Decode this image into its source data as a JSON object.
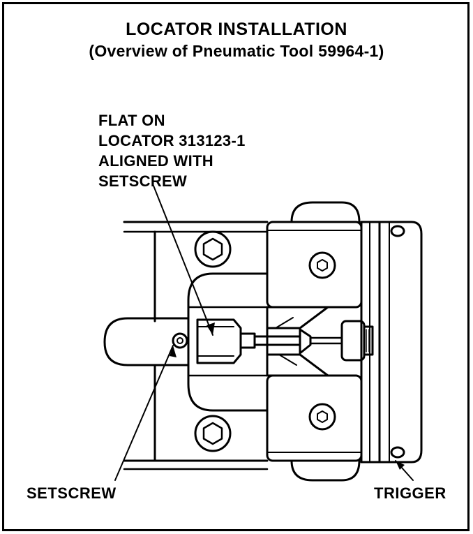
{
  "title": "LOCATOR INSTALLATION",
  "subtitle": "(Overview of Pneumatic Tool 59964-1)",
  "callout_top": {
    "lines": [
      "FLAT ON",
      "LOCATOR 313123-1",
      "ALIGNED WITH",
      "SETSCREW"
    ]
  },
  "labels": {
    "setscrew": "SETSCREW",
    "trigger": "TRIGGER"
  },
  "colors": {
    "ink": "#000000",
    "paper": "#ffffff"
  }
}
